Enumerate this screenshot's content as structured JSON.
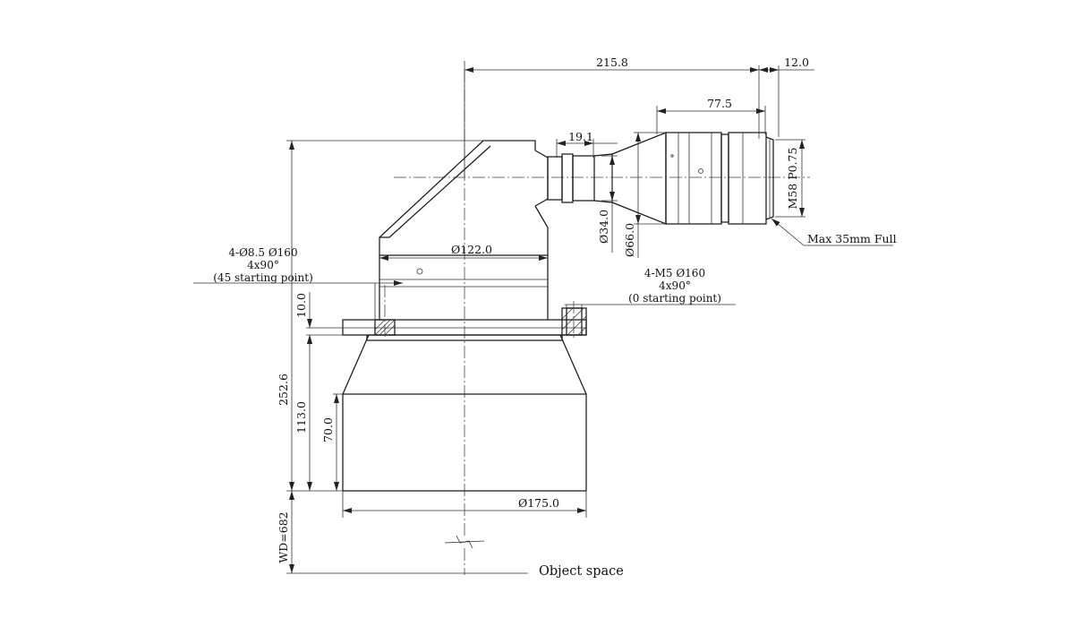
{
  "dimensions": {
    "optical_length": "215.8",
    "mount_offset": "12.0",
    "camera_body_length": "77.5",
    "fold_step_length": "19.1",
    "mount_thread": "M58 P0.75",
    "sensor_note": "Max 35mm Full",
    "barrel_dia_34": "Ø34.0",
    "barrel_dia_66": "Ø66.0",
    "body_dia": "Ø122.0",
    "front_dia": "Ø175.0",
    "flange_height": "10.0",
    "total_height": "252.6",
    "front_height": "113.0",
    "front_tube_height": "70.0",
    "working_distance": "WD=682"
  },
  "notes": {
    "left_hole_line1": "4-Ø8.5  Ø160",
    "left_hole_line2": "4x90°",
    "left_hole_line3": "(45 starting point)",
    "right_hole_line1": "4-M5  Ø160",
    "right_hole_line2": "4x90°",
    "right_hole_line3": "(0 starting point)"
  },
  "labels": {
    "object_space": "Object space"
  }
}
